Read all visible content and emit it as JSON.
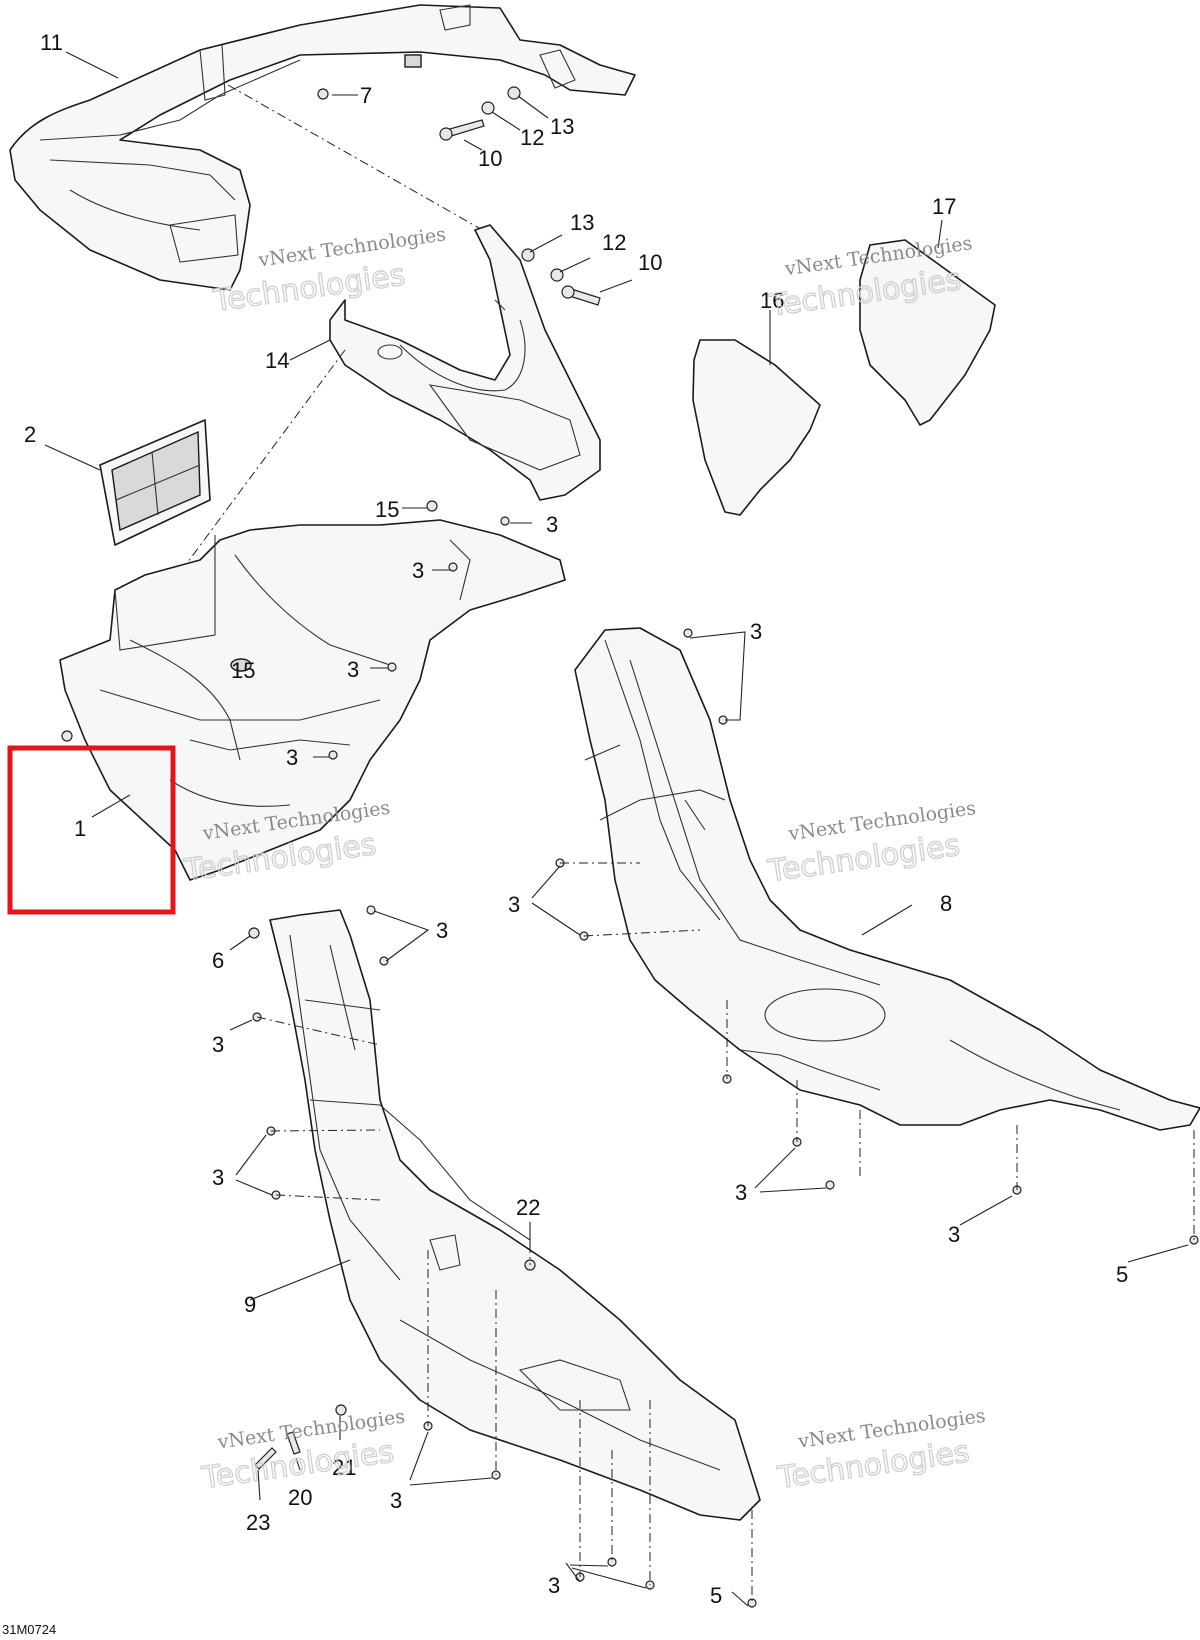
{
  "diagram": {
    "reference_code": "31M0724",
    "watermark_line1": "vNext Technologies",
    "watermark_line2": "Technologies",
    "highlight_color": "#e3151b",
    "callouts": {
      "c11": "11",
      "c7": "7",
      "c13a": "13",
      "c12a": "12",
      "c10a": "10",
      "c13b": "13",
      "c12b": "12",
      "c10b": "10",
      "c14": "14",
      "c17": "17",
      "c16": "16",
      "c2": "2",
      "c15a": "15",
      "c3a": "3",
      "c3b": "3",
      "c15b": "15",
      "c3c": "3",
      "c3d": "3",
      "c1": "1",
      "c3e": "3",
      "c3f": "3",
      "c8": "8",
      "c6": "6",
      "c3g": "3",
      "c3h": "3",
      "c3i": "3",
      "c22": "22",
      "c9": "9",
      "c3j": "3",
      "c3k": "3",
      "c5a": "5",
      "c21": "21",
      "c20": "20",
      "c23": "23",
      "c3l": "3",
      "c3m": "3",
      "c5b": "5"
    }
  }
}
